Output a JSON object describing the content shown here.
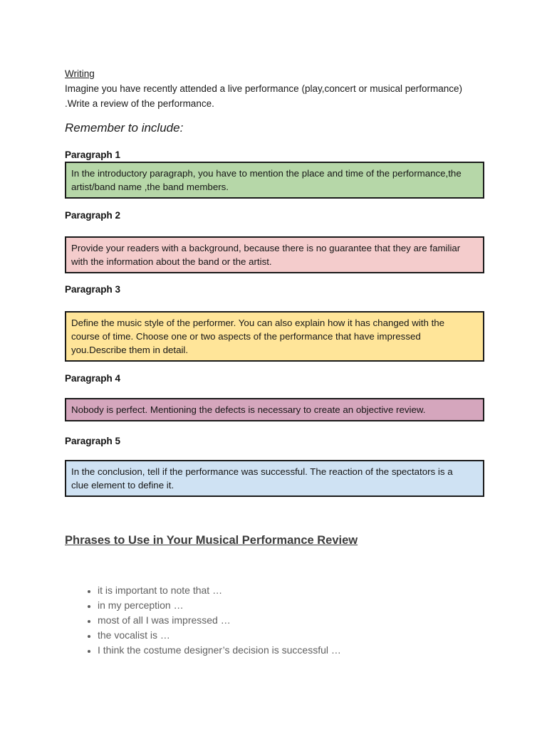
{
  "document": {
    "heading": "Writing",
    "intro": "Imagine you have recently attended a live performance (play,concert or musical performance)\n.Write a review of the performance.",
    "subheading": "Remember to include:",
    "sections": [
      {
        "label": "Paragraph 1",
        "bg": "#b6d7a8",
        "text": "In the introductory paragraph, you have to mention the place and time of the performance,the\nartist/band name ,the band members."
      },
      {
        "label": "Paragraph 2",
        "bg": "#f4cccc",
        "text": "Provide your readers with a background, because there is no guarantee that they are familiar\nwith the information about the band or the artist."
      },
      {
        "label": "Paragraph 3",
        "bg": "#ffe599",
        "text": "Define the music style of the performer. You can also explain how it has changed with the\ncourse of time. Choose one or two aspects of the performance that have impressed\nyou.Describe them in detail."
      },
      {
        "label": "Paragraph 4",
        "bg": "#d5a6bd",
        "text": "Nobody is perfect. Mentioning the defects is necessary to create an objective review."
      },
      {
        "label": "Paragraph 5",
        "bg": "#cfe2f3",
        "text": "In the conclusion, tell if the performance was successful. The reaction of the spectators is a\nclue element to define it."
      }
    ],
    "phrases_heading": "Phrases to Use in Your Musical Performance Review",
    "phrases": [
      "it is important to note that …",
      "in my perception …",
      "most of all I was impressed …",
      "the vocalist is …",
      "I think the costume designer’s decision is successful …"
    ],
    "colors": {
      "page_background": "#ffffff",
      "box_border": "#1a1a1a",
      "body_text": "#161616",
      "muted_text": "#5f5f5f",
      "section_heading_text": "#3c3c3c",
      "box_green": "#b6d7a8",
      "box_pink": "#f4cccc",
      "box_yellow": "#ffe599",
      "box_mauve": "#d5a6bd",
      "box_blue": "#cfe2f3"
    }
  }
}
